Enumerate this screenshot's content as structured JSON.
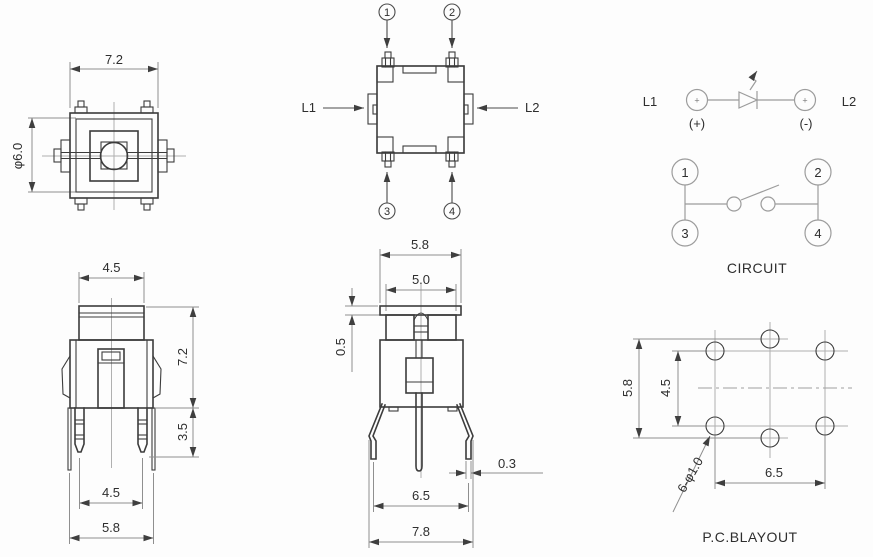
{
  "colors": {
    "background": "#fdfdfd",
    "outline": "#3c3c3c",
    "dimension": "#8f8f8f",
    "circuit": "#9c9c9c",
    "text": "#2e2e2e"
  },
  "top_view": {
    "dim_width": "7.2",
    "dim_diameter": "φ6.0"
  },
  "bottom_view": {
    "pin_1": "1",
    "pin_2": "2",
    "pin_3": "3",
    "pin_4": "4",
    "lead_left": "L1",
    "lead_right": "L2"
  },
  "circuit": {
    "title": "CIRCUIT",
    "lead_left": "L1",
    "lead_right": "L2",
    "terminal_mark": "+",
    "polarity_positive": "(+)",
    "polarity_negative": "(-)",
    "pin_1": "1",
    "pin_2": "2",
    "pin_3": "3",
    "pin_4": "4"
  },
  "front_view": {
    "dim_cap_width": "4.5",
    "dim_body_height": "7.2",
    "dim_pin_length": "3.5",
    "dim_pin_spacing": "4.5",
    "dim_lead_spacing": "5.8"
  },
  "side_view": {
    "dim_cap_width": "5.8",
    "dim_inner_width": "5.0",
    "dim_lip_height": "0.5",
    "dim_lead_thickness": "0.3",
    "dim_leg_spacing": "6.5",
    "dim_overall_width": "7.8"
  },
  "pcb_layout": {
    "title": "P.C.BLAYOUT",
    "dim_outer_vertical": "5.8",
    "dim_inner_vertical": "4.5",
    "dim_horizontal": "6.5",
    "dim_holes": "6-φ1.0"
  }
}
